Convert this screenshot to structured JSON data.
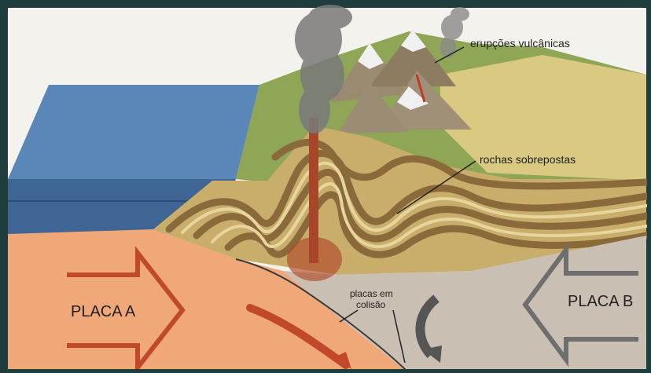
{
  "labels": {
    "eruptions": "erupções vulcânicas",
    "rocks": "rochas sobrepostas",
    "collision_line1": "placas em",
    "collision_line2": "colisão",
    "plate_a": "PLACA A",
    "plate_b": "PLACA B"
  },
  "colors": {
    "frame": "#1f3d3d",
    "ocean": "#4a73a6",
    "plate_a": "#f0a878",
    "plate_b": "#c9bfb2",
    "magma": "#b04a2a",
    "arrow_red": "#c0492c",
    "arrow_gray": "#707070",
    "land_green": "#8ea655",
    "smoke": "#777777"
  }
}
